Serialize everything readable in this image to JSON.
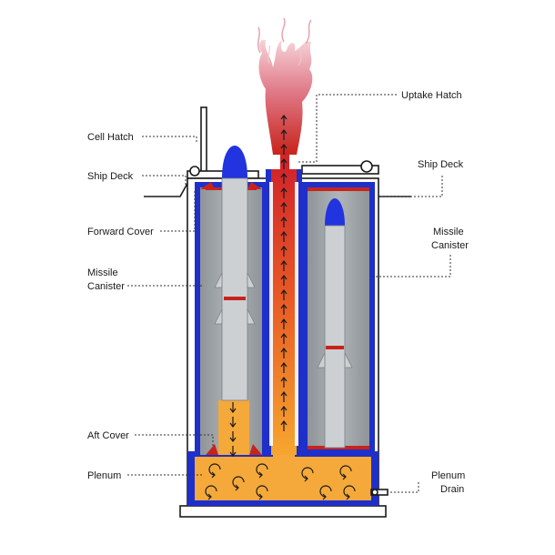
{
  "labels": {
    "cell_hatch": "Cell Hatch",
    "ship_deck_left": "Ship Deck",
    "forward_cover": "Forward Cover",
    "missile_canister_left_1": "Missile",
    "missile_canister_left_2": "Canister",
    "aft_cover": "Aft Cover",
    "plenum": "Plenum",
    "uptake_hatch": "Uptake Hatch",
    "ship_deck_right": "Ship Deck",
    "missile_canister_right_1": "Missile",
    "missile_canister_right_2": "Canister",
    "plenum_drain_1": "Plenum",
    "plenum_drain_2": "Drain"
  },
  "icons": {
    "flow_arrow": "arrow-icon",
    "swirl": "swirl-icon",
    "plume": "exhaust-plume-icon"
  },
  "colors": {
    "cell_blue": "#1f2fc9",
    "exhaust_red": "#c8231b",
    "exhaust_orange": "#f29a28",
    "plenum_orange": "#f4a93a",
    "canister_gray": "#9aa0a4",
    "missile_gray": "#cdd0d3",
    "nose_blue": "#2233e0",
    "plume_pink": "#e58c98"
  }
}
